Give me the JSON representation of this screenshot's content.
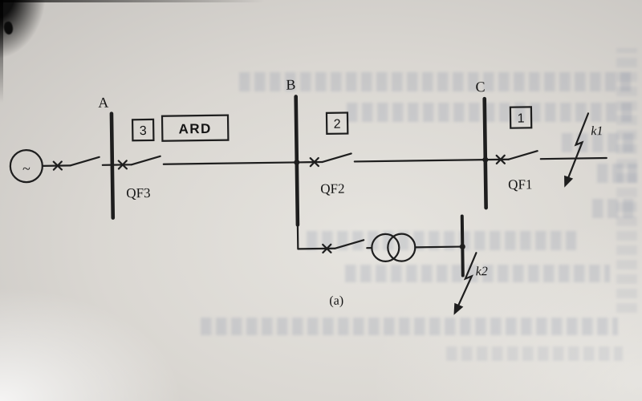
{
  "diagram": {
    "caption": "(a)",
    "generator": {
      "symbol": "~"
    },
    "buses": {
      "a": "A",
      "b": "B",
      "c": "C"
    },
    "boxes": {
      "n3": "3",
      "ard": "ARD",
      "n2": "2",
      "n1": "1"
    },
    "breakers": {
      "qf3": "QF3",
      "qf2": "QF2",
      "qf1": "QF1"
    },
    "faults": {
      "k1": "k1",
      "k2": "k2"
    },
    "colors": {
      "ink": "#1e1e1e",
      "paper": "#d9d6d1"
    }
  }
}
